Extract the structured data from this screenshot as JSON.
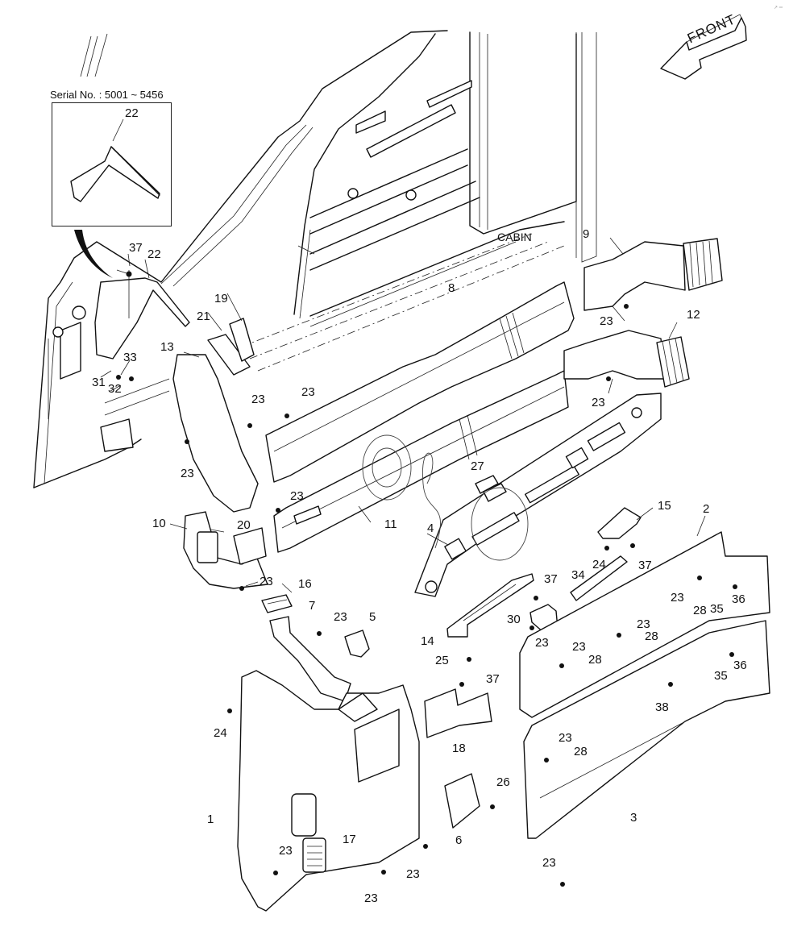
{
  "diagram": {
    "type": "exploded-parts-diagram",
    "inset": {
      "caption": "Serial No. : 5001 ~ 5456",
      "part_label": "22"
    },
    "orientation_label": "FRONT",
    "area_label": "CABIN",
    "corner_mark": "↗ ═",
    "callouts": [
      {
        "id": "c37a",
        "text": "37"
      },
      {
        "id": "c22",
        "text": "22"
      },
      {
        "id": "c19",
        "text": "19"
      },
      {
        "id": "c21",
        "text": "21"
      },
      {
        "id": "c13",
        "text": "13"
      },
      {
        "id": "c33",
        "text": "33"
      },
      {
        "id": "c31",
        "text": "31"
      },
      {
        "id": "c32",
        "text": "32"
      },
      {
        "id": "c23a",
        "text": "23"
      },
      {
        "id": "c23b",
        "text": "23"
      },
      {
        "id": "c23c",
        "text": "23"
      },
      {
        "id": "c9",
        "text": "9"
      },
      {
        "id": "c23d",
        "text": "23"
      },
      {
        "id": "c8",
        "text": "8"
      },
      {
        "id": "c12",
        "text": "12"
      },
      {
        "id": "c23e",
        "text": "23"
      },
      {
        "id": "c23f",
        "text": "23"
      },
      {
        "id": "c27",
        "text": "27"
      },
      {
        "id": "c11",
        "text": "11"
      },
      {
        "id": "c10",
        "text": "10"
      },
      {
        "id": "c20",
        "text": "20"
      },
      {
        "id": "c4",
        "text": "4"
      },
      {
        "id": "c15",
        "text": "15"
      },
      {
        "id": "c2",
        "text": "2"
      },
      {
        "id": "c24a",
        "text": "24"
      },
      {
        "id": "c37b",
        "text": "37"
      },
      {
        "id": "c23g",
        "text": "23"
      },
      {
        "id": "c16",
        "text": "16"
      },
      {
        "id": "c34",
        "text": "34"
      },
      {
        "id": "c37c",
        "text": "37"
      },
      {
        "id": "c23h",
        "text": "23"
      },
      {
        "id": "c28a",
        "text": "28"
      },
      {
        "id": "c35a",
        "text": "35"
      },
      {
        "id": "c36a",
        "text": "36"
      },
      {
        "id": "c7",
        "text": "7"
      },
      {
        "id": "c23i",
        "text": "23"
      },
      {
        "id": "c5",
        "text": "5"
      },
      {
        "id": "c30",
        "text": "30"
      },
      {
        "id": "c23j",
        "text": "23"
      },
      {
        "id": "c28b",
        "text": "28"
      },
      {
        "id": "c14",
        "text": "14"
      },
      {
        "id": "c23k",
        "text": "23"
      },
      {
        "id": "c25",
        "text": "25"
      },
      {
        "id": "c23l",
        "text": "23"
      },
      {
        "id": "c28c",
        "text": "28"
      },
      {
        "id": "c35b",
        "text": "35"
      },
      {
        "id": "c36b",
        "text": "36"
      },
      {
        "id": "c37d",
        "text": "37"
      },
      {
        "id": "c38",
        "text": "38"
      },
      {
        "id": "c24b",
        "text": "24"
      },
      {
        "id": "c18",
        "text": "18"
      },
      {
        "id": "c23m",
        "text": "23"
      },
      {
        "id": "c28d",
        "text": "28"
      },
      {
        "id": "c26",
        "text": "26"
      },
      {
        "id": "c1",
        "text": "1"
      },
      {
        "id": "c6",
        "text": "6"
      },
      {
        "id": "c3",
        "text": "3"
      },
      {
        "id": "c17",
        "text": "17"
      },
      {
        "id": "c23n",
        "text": "23"
      },
      {
        "id": "c23o",
        "text": "23"
      },
      {
        "id": "c23p",
        "text": "23"
      },
      {
        "id": "c23q",
        "text": "23"
      }
    ]
  }
}
